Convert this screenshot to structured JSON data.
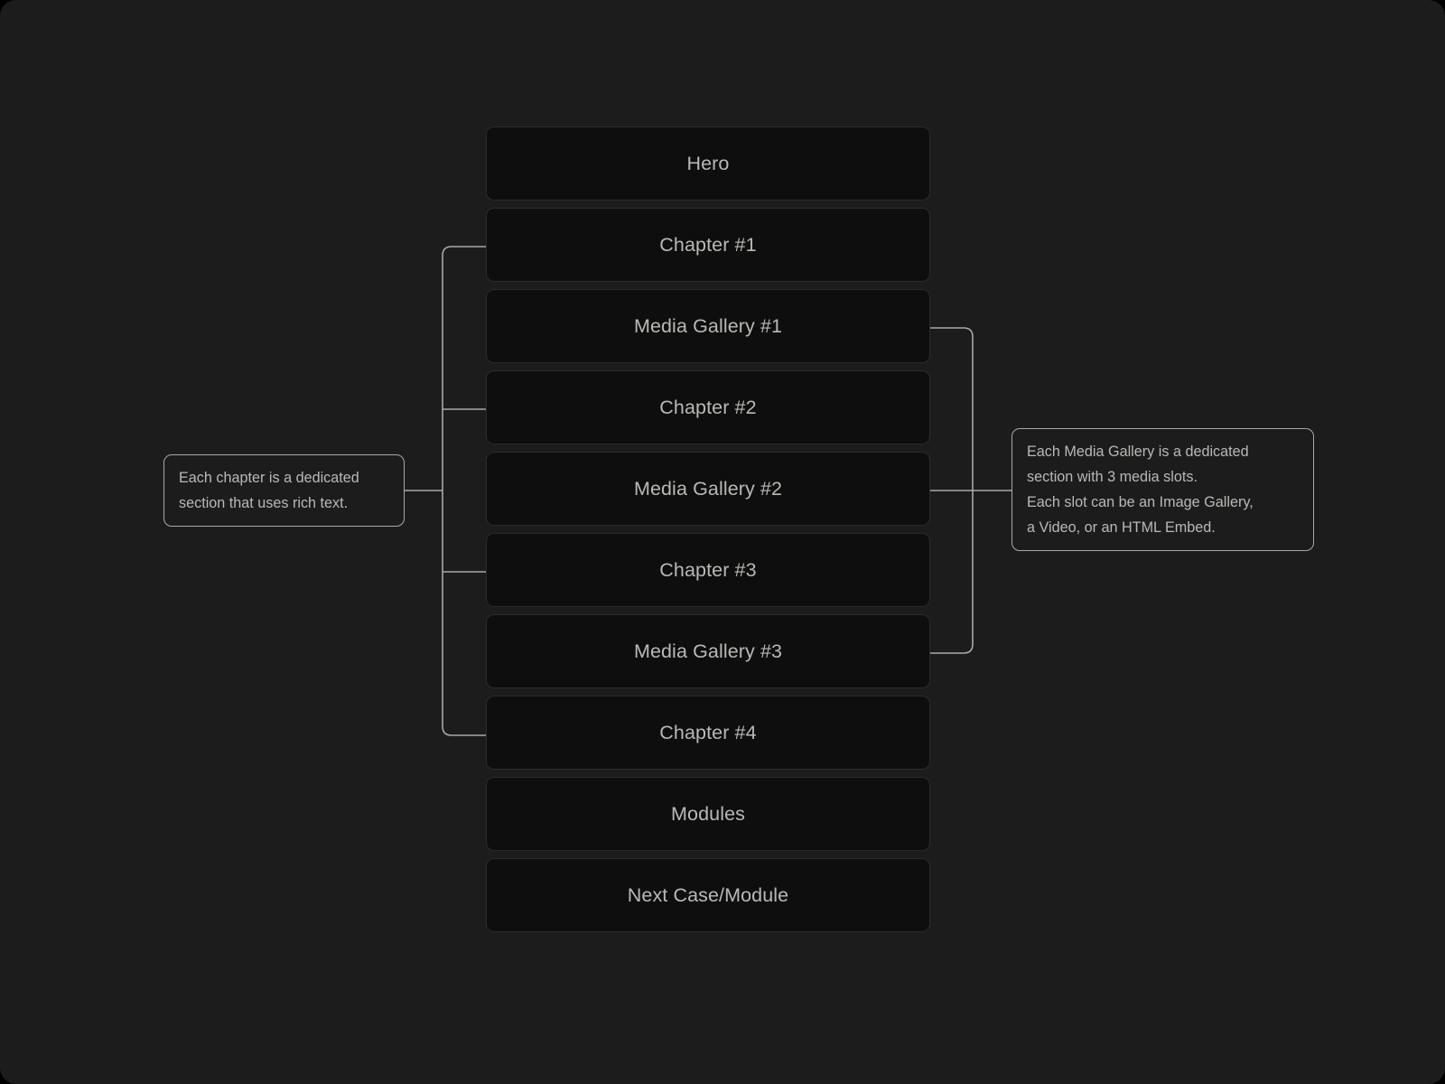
{
  "canvas": {
    "background_color": "#1c1c1c",
    "page_background_color": "#000000"
  },
  "colors": {
    "node_fill": "#0e0e0e",
    "node_border": "#2b2b2b",
    "connector_line": "#a9a9a4",
    "text": "#b9b9b5",
    "annotation_border": "#a9a9a4"
  },
  "diagram": {
    "type": "page-structure-flow",
    "nodes": [
      {
        "id": "hero",
        "label": "Hero"
      },
      {
        "id": "chapter-1",
        "label": "Chapter #1"
      },
      {
        "id": "media-gallery-1",
        "label": "Media Gallery #1"
      },
      {
        "id": "chapter-2",
        "label": "Chapter #2"
      },
      {
        "id": "media-gallery-2",
        "label": "Media Gallery #2"
      },
      {
        "id": "chapter-3",
        "label": "Chapter #3"
      },
      {
        "id": "media-gallery-3",
        "label": "Media Gallery #3"
      },
      {
        "id": "chapter-4",
        "label": "Chapter #4"
      },
      {
        "id": "modules",
        "label": "Modules"
      },
      {
        "id": "next-case-module",
        "label": "Next Case/Module"
      }
    ],
    "annotations": {
      "left": {
        "id": "chapter-note",
        "target_nodes": [
          "chapter-1",
          "chapter-2",
          "chapter-3",
          "chapter-4"
        ],
        "lines": [
          "Each chapter is a dedicated",
          "section that uses rich text."
        ]
      },
      "right": {
        "id": "media-gallery-note",
        "target_nodes": [
          "media-gallery-1",
          "media-gallery-2",
          "media-gallery-3"
        ],
        "lines": [
          "Each Media Gallery is a dedicated",
          "section with 3 media slots.",
          "Each slot can be an Image Gallery,",
          "a Video, or an HTML Embed."
        ]
      }
    }
  }
}
